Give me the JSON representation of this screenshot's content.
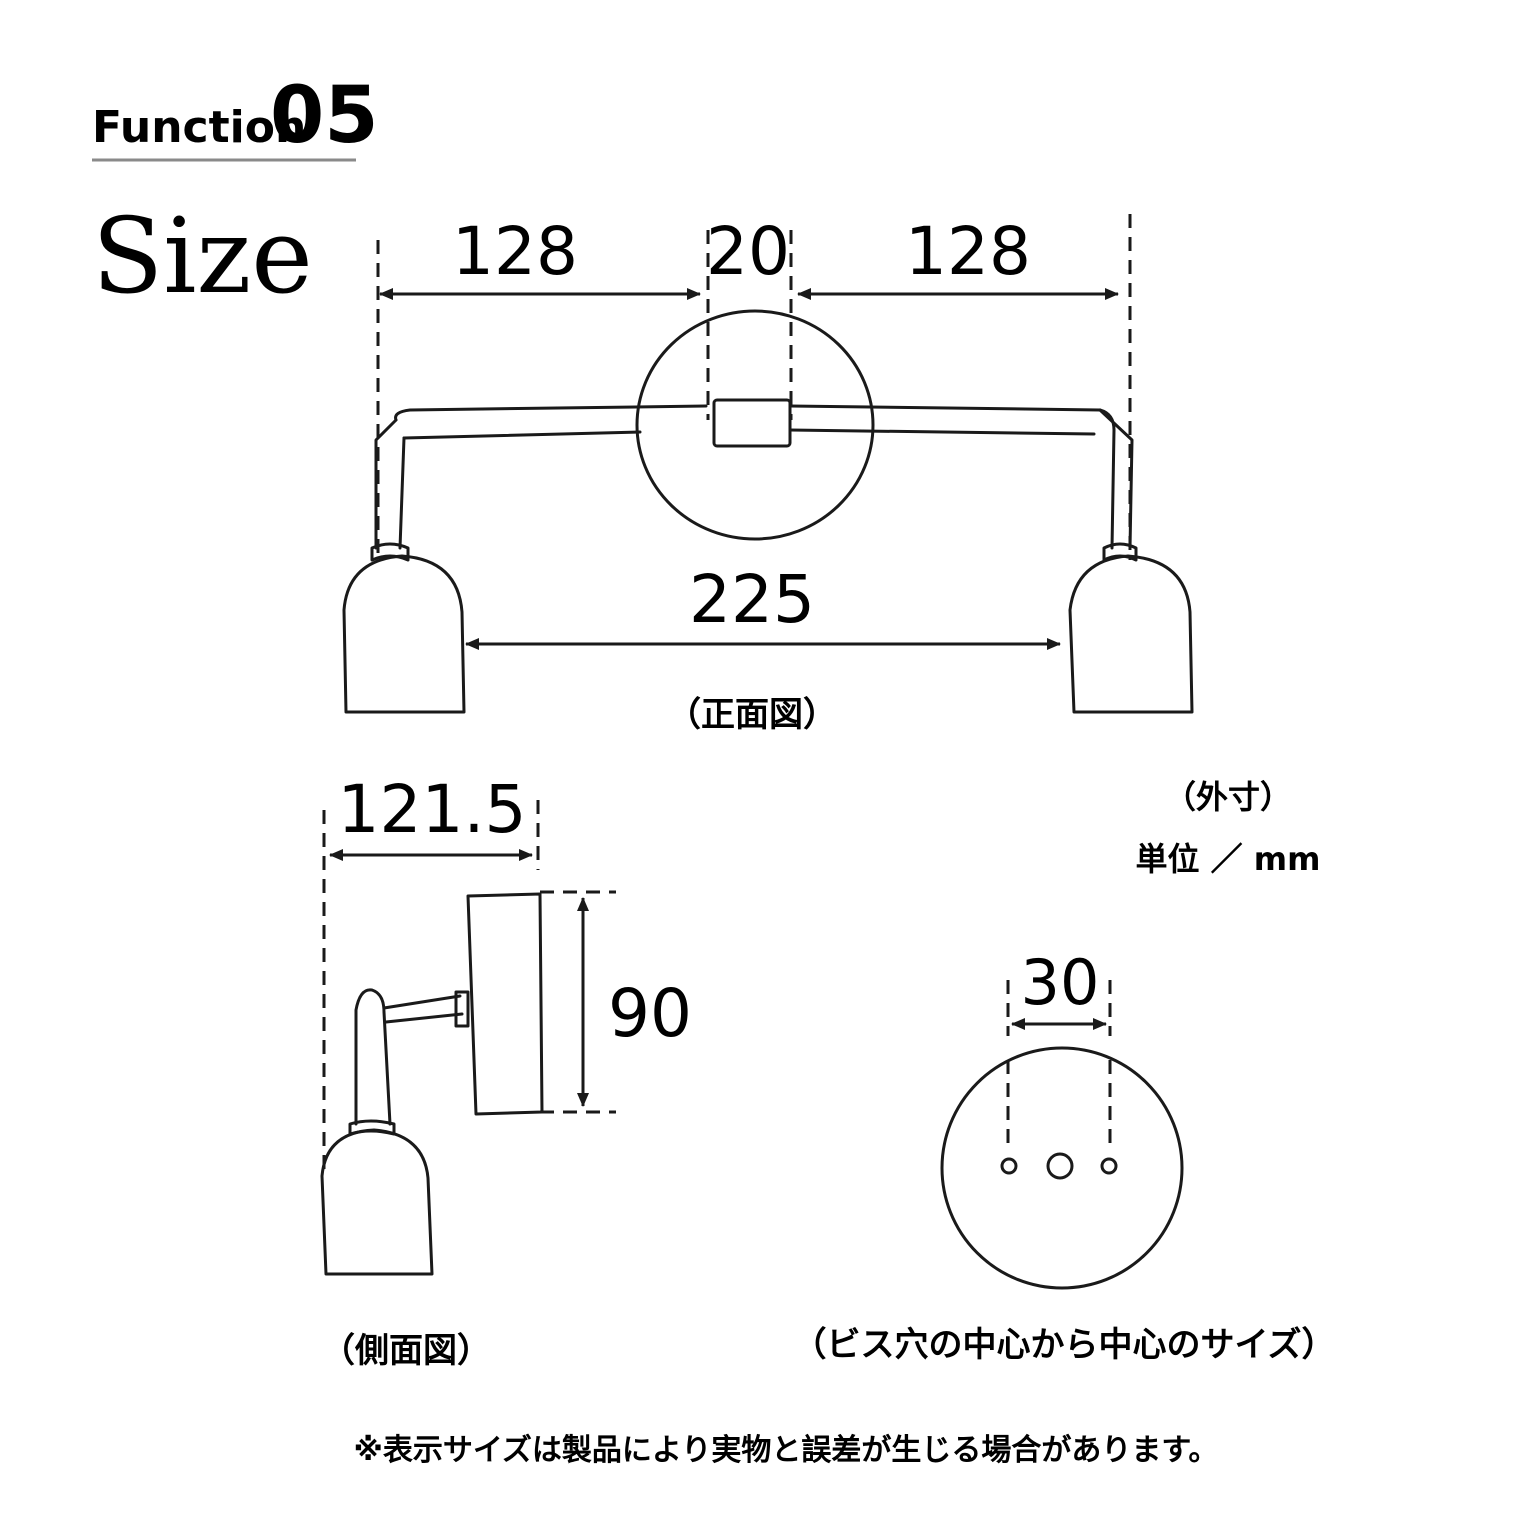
{
  "header": {
    "function_label": "Function",
    "function_number": "05",
    "title": "Size"
  },
  "front_view": {
    "dim_left": "128",
    "dim_center": "20",
    "dim_right": "128",
    "dim_span": "225",
    "caption": "（正面図）"
  },
  "side_view": {
    "dim_depth": "121.5",
    "dim_height": "90",
    "caption": "（側面図）"
  },
  "units": {
    "outer": "（外寸）",
    "unit": "単位 ／ mm"
  },
  "base_plate": {
    "dim_holes": "30",
    "caption": "（ビス穴の中心から中心のサイズ）"
  },
  "footnote": "※表示サイズは製品により実物と誤差が生じる場合があります。"
}
